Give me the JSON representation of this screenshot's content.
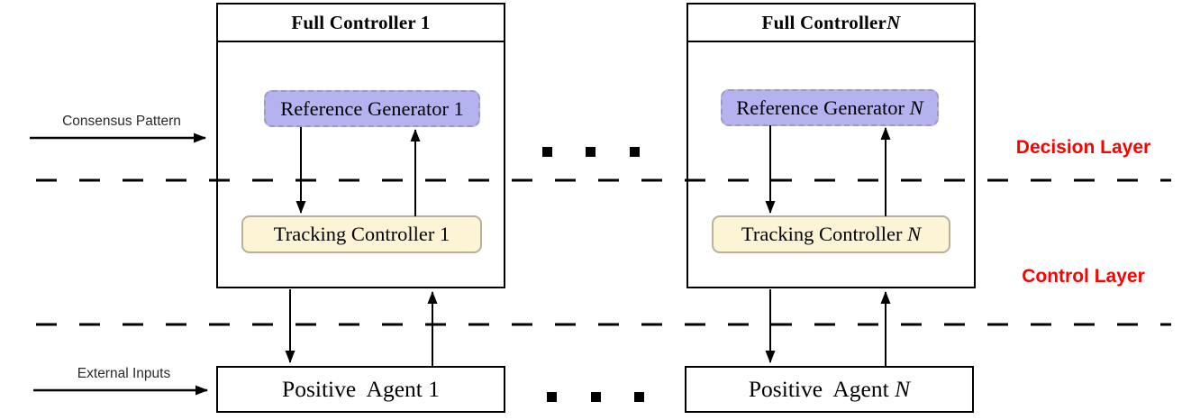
{
  "colors": {
    "reference_fill": "#b5b2f0",
    "reference_border": "#9c9bbd",
    "tracking_fill": "#fdf3d5",
    "tracking_border": "#b7b19e",
    "layer_label_color": "#ff0000",
    "line_color": "#000000"
  },
  "labels": {
    "consensus_pattern": "Consensus Pattern",
    "external_inputs": "External Inputs",
    "decision_layer": "Decision Layer",
    "control_layer": "Control Layer"
  },
  "group1": {
    "controller_title": "Full Controller 1",
    "reference_generator": "Reference Generator 1",
    "tracking_controller": "Tracking Controller 1",
    "agent": "Positive  Agent 1"
  },
  "groupN": {
    "controller_title_prefix": "Full Controller ",
    "reference_generator_prefix": "Reference Generator ",
    "tracking_controller_prefix": "Tracking Controller ",
    "agent_prefix": "Positive  Agent ",
    "index_symbol": "N"
  }
}
